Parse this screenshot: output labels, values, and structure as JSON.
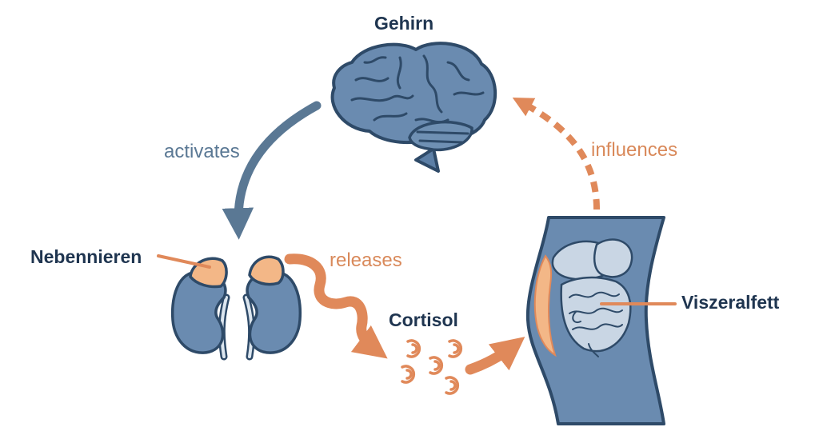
{
  "nodes": {
    "brain": "Gehirn",
    "adrenal": "Nebennieren",
    "cortisol": "Cortisol",
    "visceral_fat": "Viszeralfett"
  },
  "edges": {
    "activates": "activates",
    "releases": "releases",
    "influences": "influences"
  },
  "colors": {
    "organ_blue": "#6a8bb0",
    "organ_dark": "#2e4a68",
    "accent_orange": "#e0895a",
    "light_orange": "#f3b787",
    "text_dark": "#1f3550"
  }
}
